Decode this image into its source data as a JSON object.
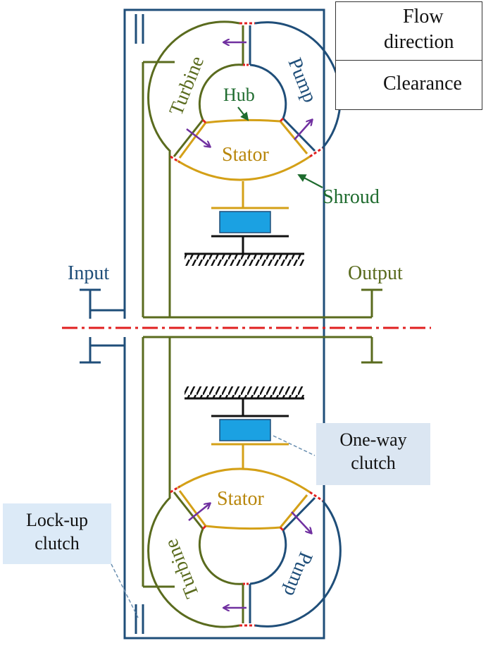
{
  "colors": {
    "input": "#1f4e79",
    "output": "#5a6b1e",
    "turbine": "#5a6b1e",
    "pump": "#1f4e79",
    "stator": "#d4a017",
    "hub_label": "#1e6b2e",
    "flow_arrow": "#7030a0",
    "clearance": "#e02020",
    "clutch_fill": "#1ba1e2",
    "callout_bg": "#dbe6f2"
  },
  "legend": {
    "flow_line1": "Flow",
    "flow_line2": "direction",
    "clearance": "Clearance"
  },
  "labels": {
    "turbine": "Turbine",
    "pump": "Pump",
    "stator": "Stator",
    "hub": "Hub",
    "shroud": "Shroud",
    "input": "Input",
    "output": "Output"
  },
  "callouts": {
    "one_way_line1": "One-way",
    "one_way_line2": "clutch",
    "lockup_line1": "Lock-up",
    "lockup_line2": "clutch"
  }
}
